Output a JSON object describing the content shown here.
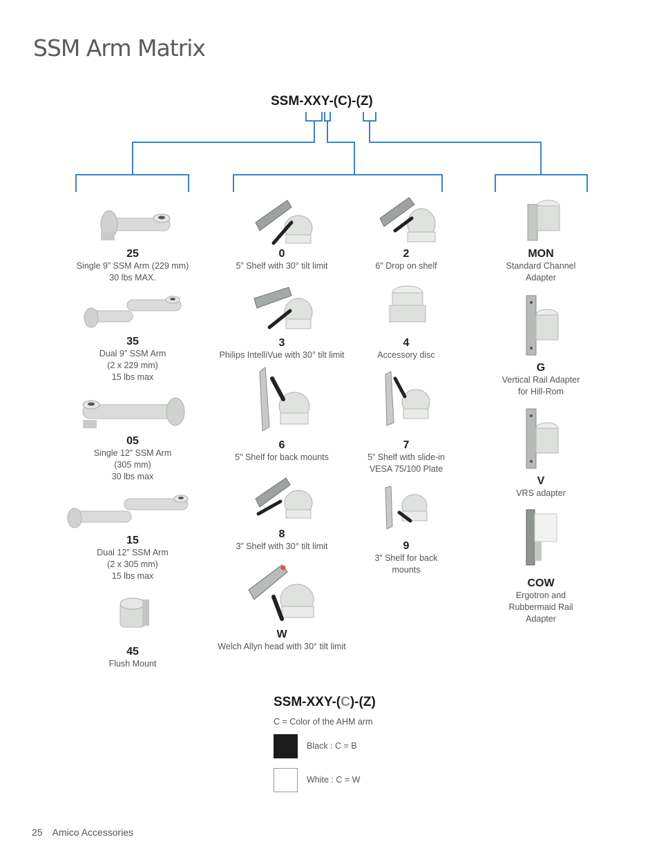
{
  "page_title": "SSM Arm Matrix",
  "matrix_heading": "SSM-XXY-(C)-(Z)",
  "arms": [
    {
      "code": "25",
      "desc": [
        "Single 9” SSM Arm (229 mm)",
        "30 lbs MAX."
      ]
    },
    {
      "code": "35",
      "desc": [
        "Dual 9” SSM Arm",
        "(2 x 229 mm)",
        "15 lbs max"
      ]
    },
    {
      "code": "05",
      "desc": [
        "Single 12” SSM Arm",
        "(305 mm)",
        "30 lbs max"
      ]
    },
    {
      "code": "15",
      "desc": [
        "Dual 12” SSM Arm",
        "(2 x 305 mm)",
        "15 lbs max"
      ]
    },
    {
      "code": "45",
      "desc": [
        "Flush Mount"
      ]
    }
  ],
  "heads": [
    {
      "code": "0",
      "desc": [
        "5” Shelf with 30° tilt limit"
      ]
    },
    {
      "code": "2",
      "desc": [
        "6\" Drop on shelf"
      ]
    },
    {
      "code": "3",
      "desc": [
        "Philips IntelliVue with 30° tilt limit"
      ]
    },
    {
      "code": "4",
      "desc": [
        "Accessory disc"
      ]
    },
    {
      "code": "6",
      "desc": [
        "5\" Shelf for back mounts"
      ]
    },
    {
      "code": "7",
      "desc": [
        "5” Shelf with slide-in",
        "VESA 75/100 Plate"
      ]
    },
    {
      "code": "8",
      "desc": [
        "3” Shelf with 30° tilt limit"
      ]
    },
    {
      "code": "9",
      "desc": [
        "3” Shelf for back",
        "mounts"
      ]
    },
    {
      "code": "W",
      "desc": [
        "Welch Allyn head with 30° tilt limit"
      ]
    }
  ],
  "adapters": [
    {
      "code": "MON",
      "desc": [
        "Standard Channel",
        "Adapter"
      ]
    },
    {
      "code": "G",
      "desc": [
        "Vertical Rail Adapter",
        "for Hill-Rom"
      ]
    },
    {
      "code": "V",
      "desc": [
        "VRS adapter"
      ]
    },
    {
      "code": "COW",
      "desc": [
        "Ergotron and",
        "Rubbermaid Rail",
        "Adapter"
      ]
    }
  ],
  "color_section": {
    "heading_prefix": "SSM-XXY-(",
    "heading_highlight": "C",
    "heading_suffix": ")-(Z)",
    "description": "C = Color of the AHM arm",
    "options": [
      {
        "label": "Black : C = B",
        "swatch": "#1b1b1b"
      },
      {
        "label": "White : C = W",
        "swatch": "#ffffff"
      }
    ]
  },
  "footer": {
    "page_number": "25",
    "publication": "Amico Accessories"
  },
  "colors": {
    "tree_line": "#2a72b8",
    "product_grey": "#d9dcd8"
  }
}
